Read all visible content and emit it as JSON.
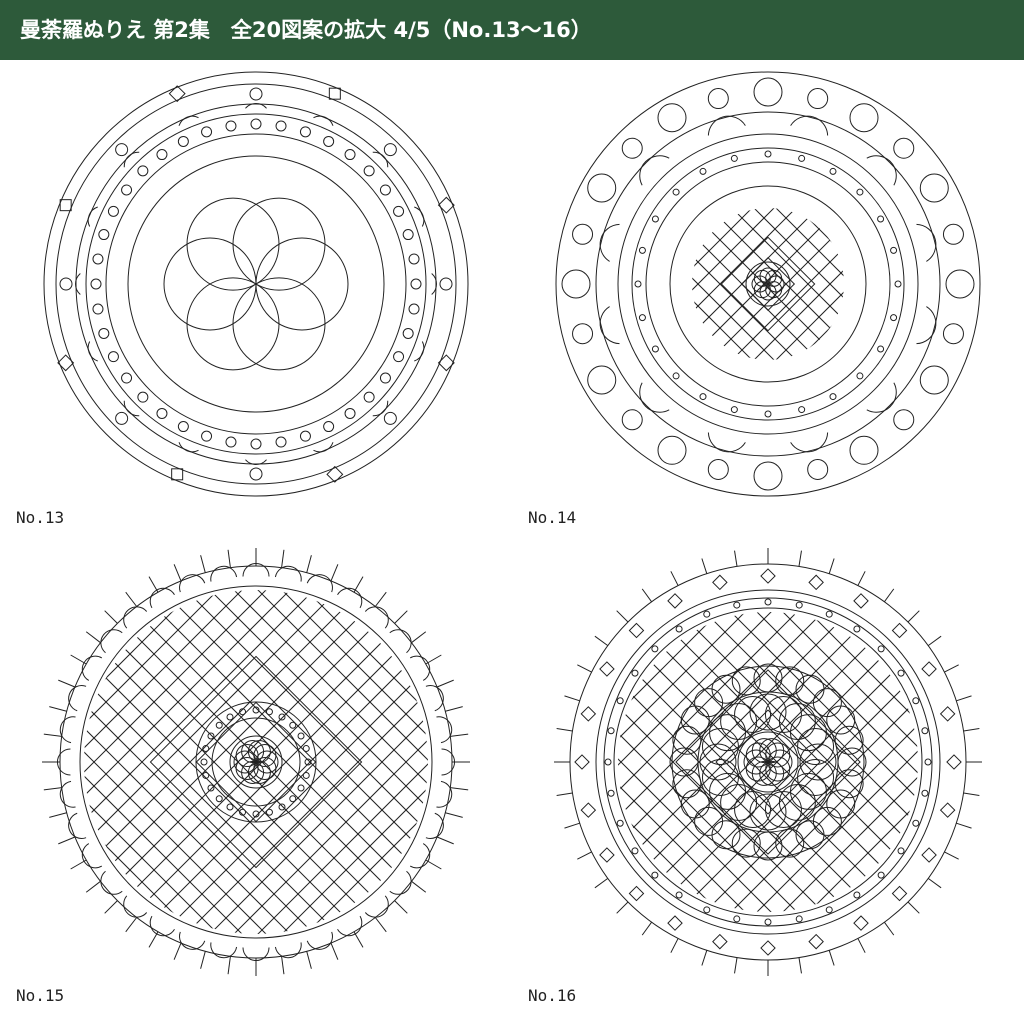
{
  "header": {
    "title": "曼荼羅ぬりえ 第2集　全20図案の拡大 4/5（No.13〜16）",
    "background": "#2d5a3a",
    "text_color": "#ffffff"
  },
  "line_color": "#222222",
  "designs": [
    {
      "label": "No.13"
    },
    {
      "label": "No.14"
    },
    {
      "label": "No.15"
    },
    {
      "label": "No.16"
    }
  ]
}
